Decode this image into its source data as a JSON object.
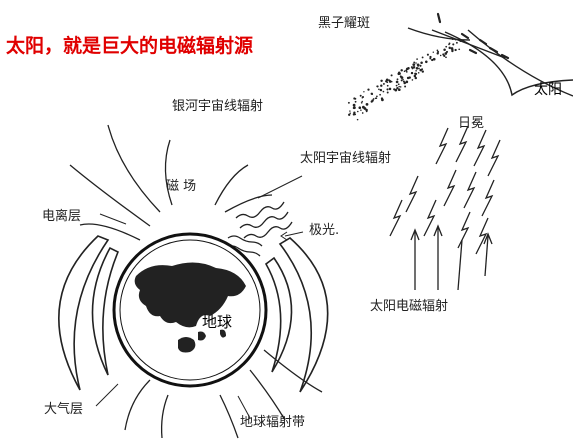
{
  "title": "太阳，就是巨大的电磁辐射源",
  "labels": {
    "sunspot": "黑子耀斑",
    "sun": "太阳",
    "galactic_radiation": "银河宇宙线辐射",
    "corona": "日冕",
    "solar_cosmic_ray": "太阳宇宙线辐射",
    "magnetic_field": "磁 场",
    "ionosphere": "电离层",
    "aurora": "极光.",
    "earth": "地球",
    "solar_em_radiation": "太阳电磁辐射",
    "atmosphere": "大气层",
    "radiation_belt": "地球辐射带"
  },
  "colors": {
    "title": "#e00000",
    "ink": "#222222"
  }
}
